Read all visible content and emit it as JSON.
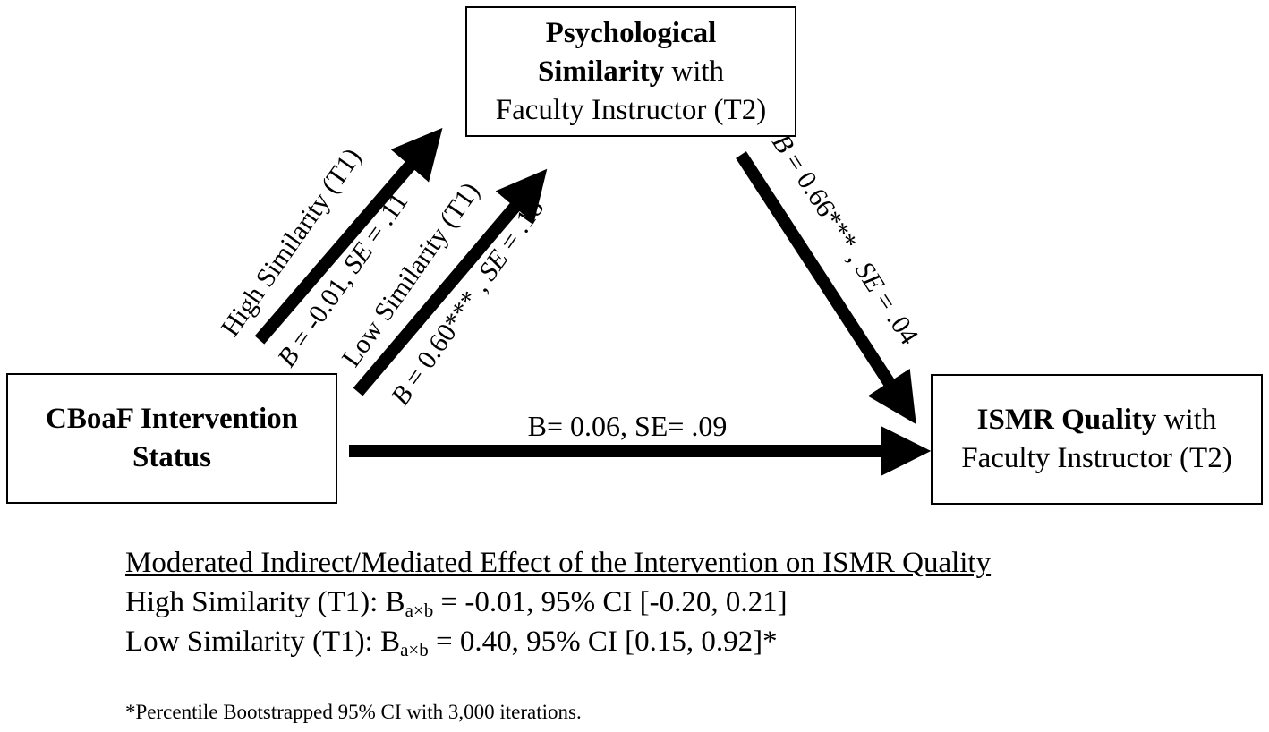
{
  "nodes": {
    "mediator": {
      "line1_bold": "Psychological",
      "line2_bold": "Similarity",
      "line2_rest": " with",
      "line3": "Faculty Instructor (T2)"
    },
    "predictor": {
      "line1_bold": "CBoaF Intervention",
      "line2_bold": "Status"
    },
    "outcome": {
      "line1_bold": "ISMR Quality",
      "line1_rest": " with",
      "line2": "Faculty Instructor (T2)"
    }
  },
  "paths": {
    "a_high": {
      "label": "High Similarity (T1)",
      "b_symbol": "B",
      "b_value": " = -0.01, ",
      "se_symbol": "SE",
      "se_value": " = .11"
    },
    "a_low": {
      "label": "Low Similarity (T1)",
      "b_symbol": "B",
      "b_value": " = 0.60*** , ",
      "se_symbol": "SE",
      "se_value": " = .18"
    },
    "b_path": {
      "b_symbol": "B",
      "b_value": " = 0.66*** , ",
      "se_symbol": "SE",
      "se_value": " = .04"
    },
    "direct": {
      "label": "B= 0.06, SE= .09"
    }
  },
  "summary": {
    "heading": "Moderated Indirect/Mediated Effect of the Intervention on ISMR Quality",
    "high": {
      "prefix": "High Similarity (T1): B",
      "sub": "a×b",
      "suffix": " = -0.01, 95% CI [-0.20, 0.21]"
    },
    "low": {
      "prefix": "Low Similarity (T1): B",
      "sub": "a×b",
      "suffix": " = 0.40, 95% CI [0.15, 0.92]*"
    },
    "footnote": "*Percentile Bootstrapped 95% CI with 3,000 iterations."
  },
  "colors": {
    "ink": "#000000",
    "background": "#ffffff"
  }
}
